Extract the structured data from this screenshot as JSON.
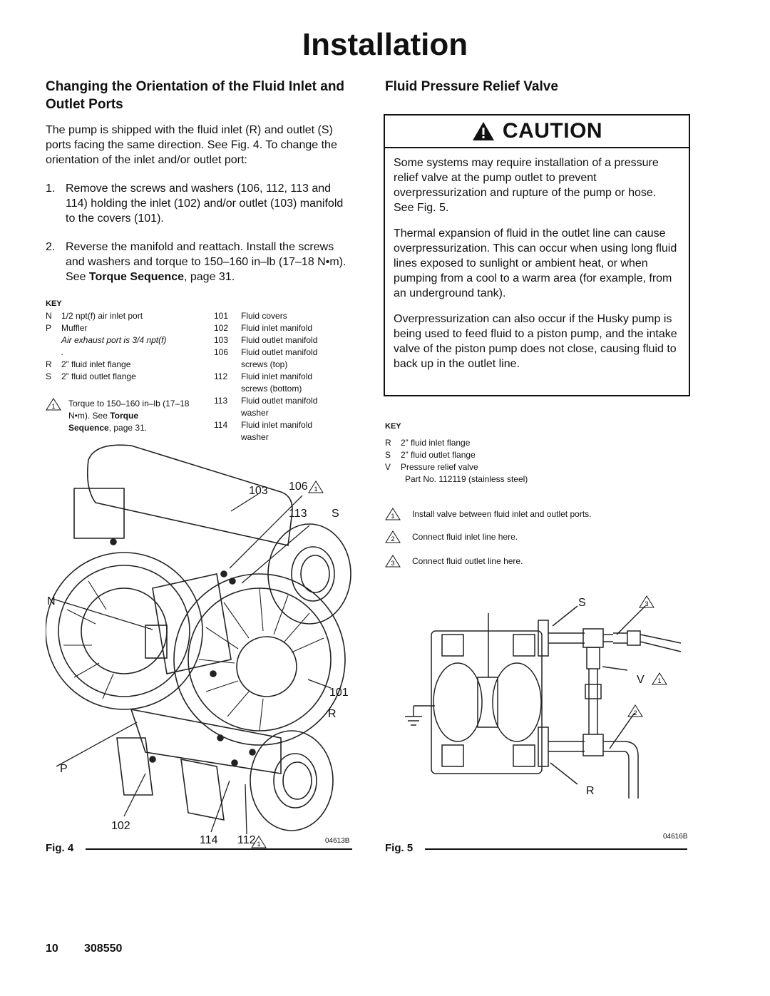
{
  "title": "Installation",
  "left": {
    "heading": "Changing the Orientation of the Fluid Inlet and Outlet Ports",
    "intro": "The pump is shipped with the fluid inlet (R) and outlet (S) ports facing the same direction. See Fig. 4. To change the orientation of the inlet and/or outlet port:",
    "steps": [
      {
        "num": "1.",
        "text": "Remove the screws and washers (106, 112, 113 and 114) holding the inlet (102) and/or outlet (103) manifold to the covers (101)."
      },
      {
        "num": "2.",
        "pre": "Reverse the manifold and reattach. Install the screws and washers and torque to 150–160 in–lb (17–18 N•m). See ",
        "bold": "Torque Sequence",
        "post": ", page 31."
      }
    ],
    "key_title": "KEY",
    "key_left": [
      {
        "code": "N",
        "text": "1/2 npt(f) air inlet port"
      },
      {
        "code": "P",
        "text": "Muffler"
      },
      {
        "code": "",
        "text": "Air exhaust port is 3/4 npt(f) ."
      },
      {
        "code": "R",
        "text": "2” fluid inlet flange"
      },
      {
        "code": "S",
        "text": "2” fluid outlet flange"
      }
    ],
    "key_right": [
      {
        "num": "101",
        "text": "Fluid covers"
      },
      {
        "num": "102",
        "text": "Fluid inlet manifold"
      },
      {
        "num": "103",
        "text": "Fluid outlet manifold"
      },
      {
        "num": "106",
        "text": "Fluid outlet manifold screws (top)"
      },
      {
        "num": "112",
        "text": "Fluid inlet manifold screws (bottom)"
      },
      {
        "num": "113",
        "text": "Fluid outlet manifold washer"
      },
      {
        "num": "114",
        "text": "Fluid inlet manifold washer"
      }
    ],
    "note": {
      "mark": "1",
      "pre": "Torque to 150–160 in–lb (17–18 N•m). See ",
      "bold1": "Torque",
      "bold2": "Sequence",
      "post": ", page 31."
    },
    "figure_labels": {
      "l103": "103",
      "l106": "106",
      "l113": "113",
      "lS": "S",
      "lN": "N",
      "l101": "101",
      "lR": "R",
      "lP": "P",
      "l102": "102",
      "l114": "114",
      "l112": "112",
      "m1a": "1",
      "m1b": "1"
    },
    "fig_caption": "Fig. 4",
    "fig_code": "04613B"
  },
  "right": {
    "heading": "Fluid Pressure Relief Valve",
    "caution_title": "CAUTION",
    "caution_paragraphs": [
      "Some systems may require installation of a pressure relief valve at the pump outlet to prevent overpressurization and rupture of the pump or hose. See  Fig. 5.",
      "Thermal expansion of fluid in the outlet line can cause overpressurization. This can occur when using long fluid lines exposed to sunlight or ambient heat, or when pumping from a cool to a warm area (for example, from an underground tank).",
      "Overpressurization can also occur if the Husky pump is being used to feed fluid to a piston pump, and the intake valve of the piston pump does not close, causing fluid to back up in the outlet line."
    ],
    "key_title": "KEY",
    "key": [
      {
        "code": "R",
        "text": "2” fluid inlet flange"
      },
      {
        "code": "S",
        "text": "2” fluid outlet flange"
      },
      {
        "code": "V",
        "text": "Pressure relief valve"
      },
      {
        "code": "",
        "text": "Part No. 112119 (stainless steel)"
      }
    ],
    "notes": [
      {
        "mark": "1",
        "text": "Install valve between fluid inlet and outlet ports."
      },
      {
        "mark": "2",
        "text": "Connect fluid inlet line here."
      },
      {
        "mark": "3",
        "text": "Connect fluid outlet line here."
      }
    ],
    "figure_labels": {
      "lS": "S",
      "lV": "V",
      "lR": "R",
      "m3": "3",
      "m1": "1",
      "m2": "2"
    },
    "fig_caption": "Fig. 5",
    "fig_code": "04616B"
  },
  "footer": {
    "page": "10",
    "doc": "308550"
  }
}
